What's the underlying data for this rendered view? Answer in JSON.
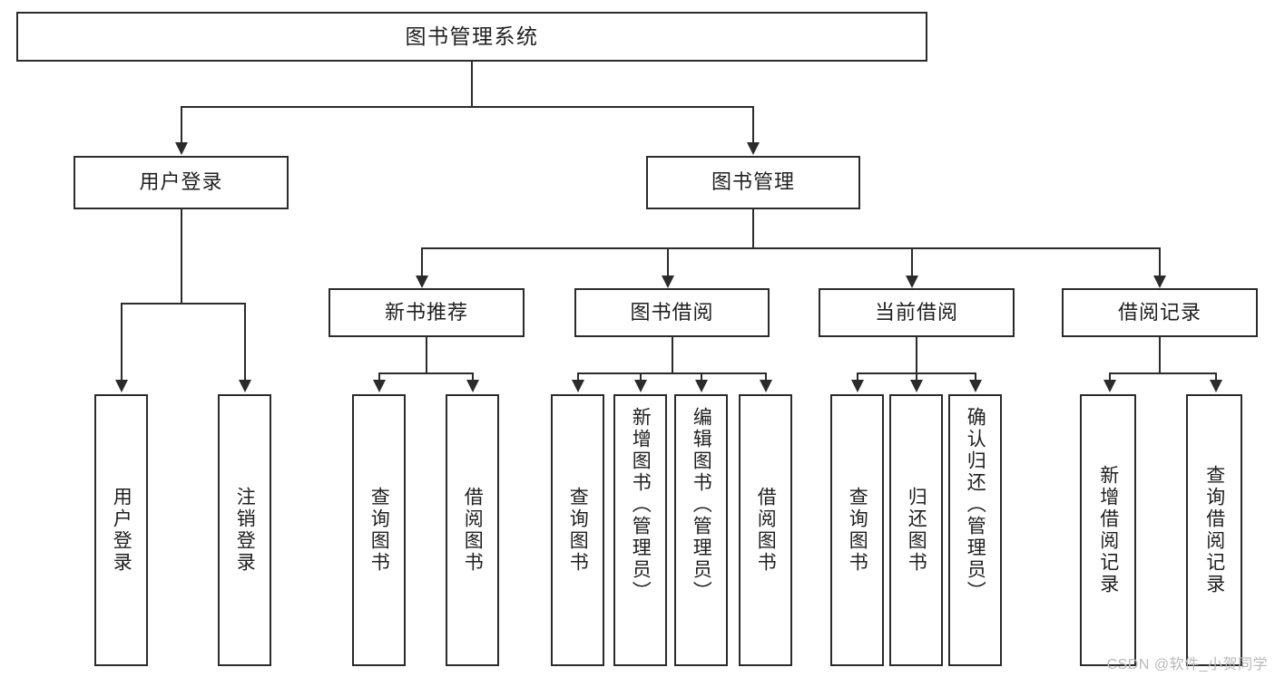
{
  "diagram": {
    "title": "图书管理系统",
    "watermark": "CSDN @软件_小贺同学",
    "colors": {
      "stroke": "#2b2b2b",
      "fill": "#ffffff",
      "text": "#1f1f1f",
      "watermark": "#b9b9b9"
    },
    "root": {
      "label": "图书管理系统"
    },
    "level1": [
      {
        "label": "用户登录"
      },
      {
        "label": "图书管理"
      }
    ],
    "level2": [
      {
        "label": "新书推荐"
      },
      {
        "label": "图书借阅"
      },
      {
        "label": "当前借阅"
      },
      {
        "label": "借阅记录"
      }
    ],
    "leaves": {
      "user_login": [
        {
          "label": "用户登录"
        },
        {
          "label": "注销登录"
        }
      ],
      "new_book": [
        {
          "label": "查询图书"
        },
        {
          "label": "借阅图书"
        }
      ],
      "borrow_book": [
        {
          "label": "查询图书"
        },
        {
          "label": "新增图书（管理员）"
        },
        {
          "label": "编辑图书（管理员）"
        },
        {
          "label": "借阅图书"
        }
      ],
      "current_borrow": [
        {
          "label": "查询图书"
        },
        {
          "label": "归还图书"
        },
        {
          "label": "确认归还（管理员）"
        }
      ],
      "borrow_record": [
        {
          "label": "新增借阅记录"
        },
        {
          "label": "查询借阅记录"
        }
      ]
    }
  }
}
